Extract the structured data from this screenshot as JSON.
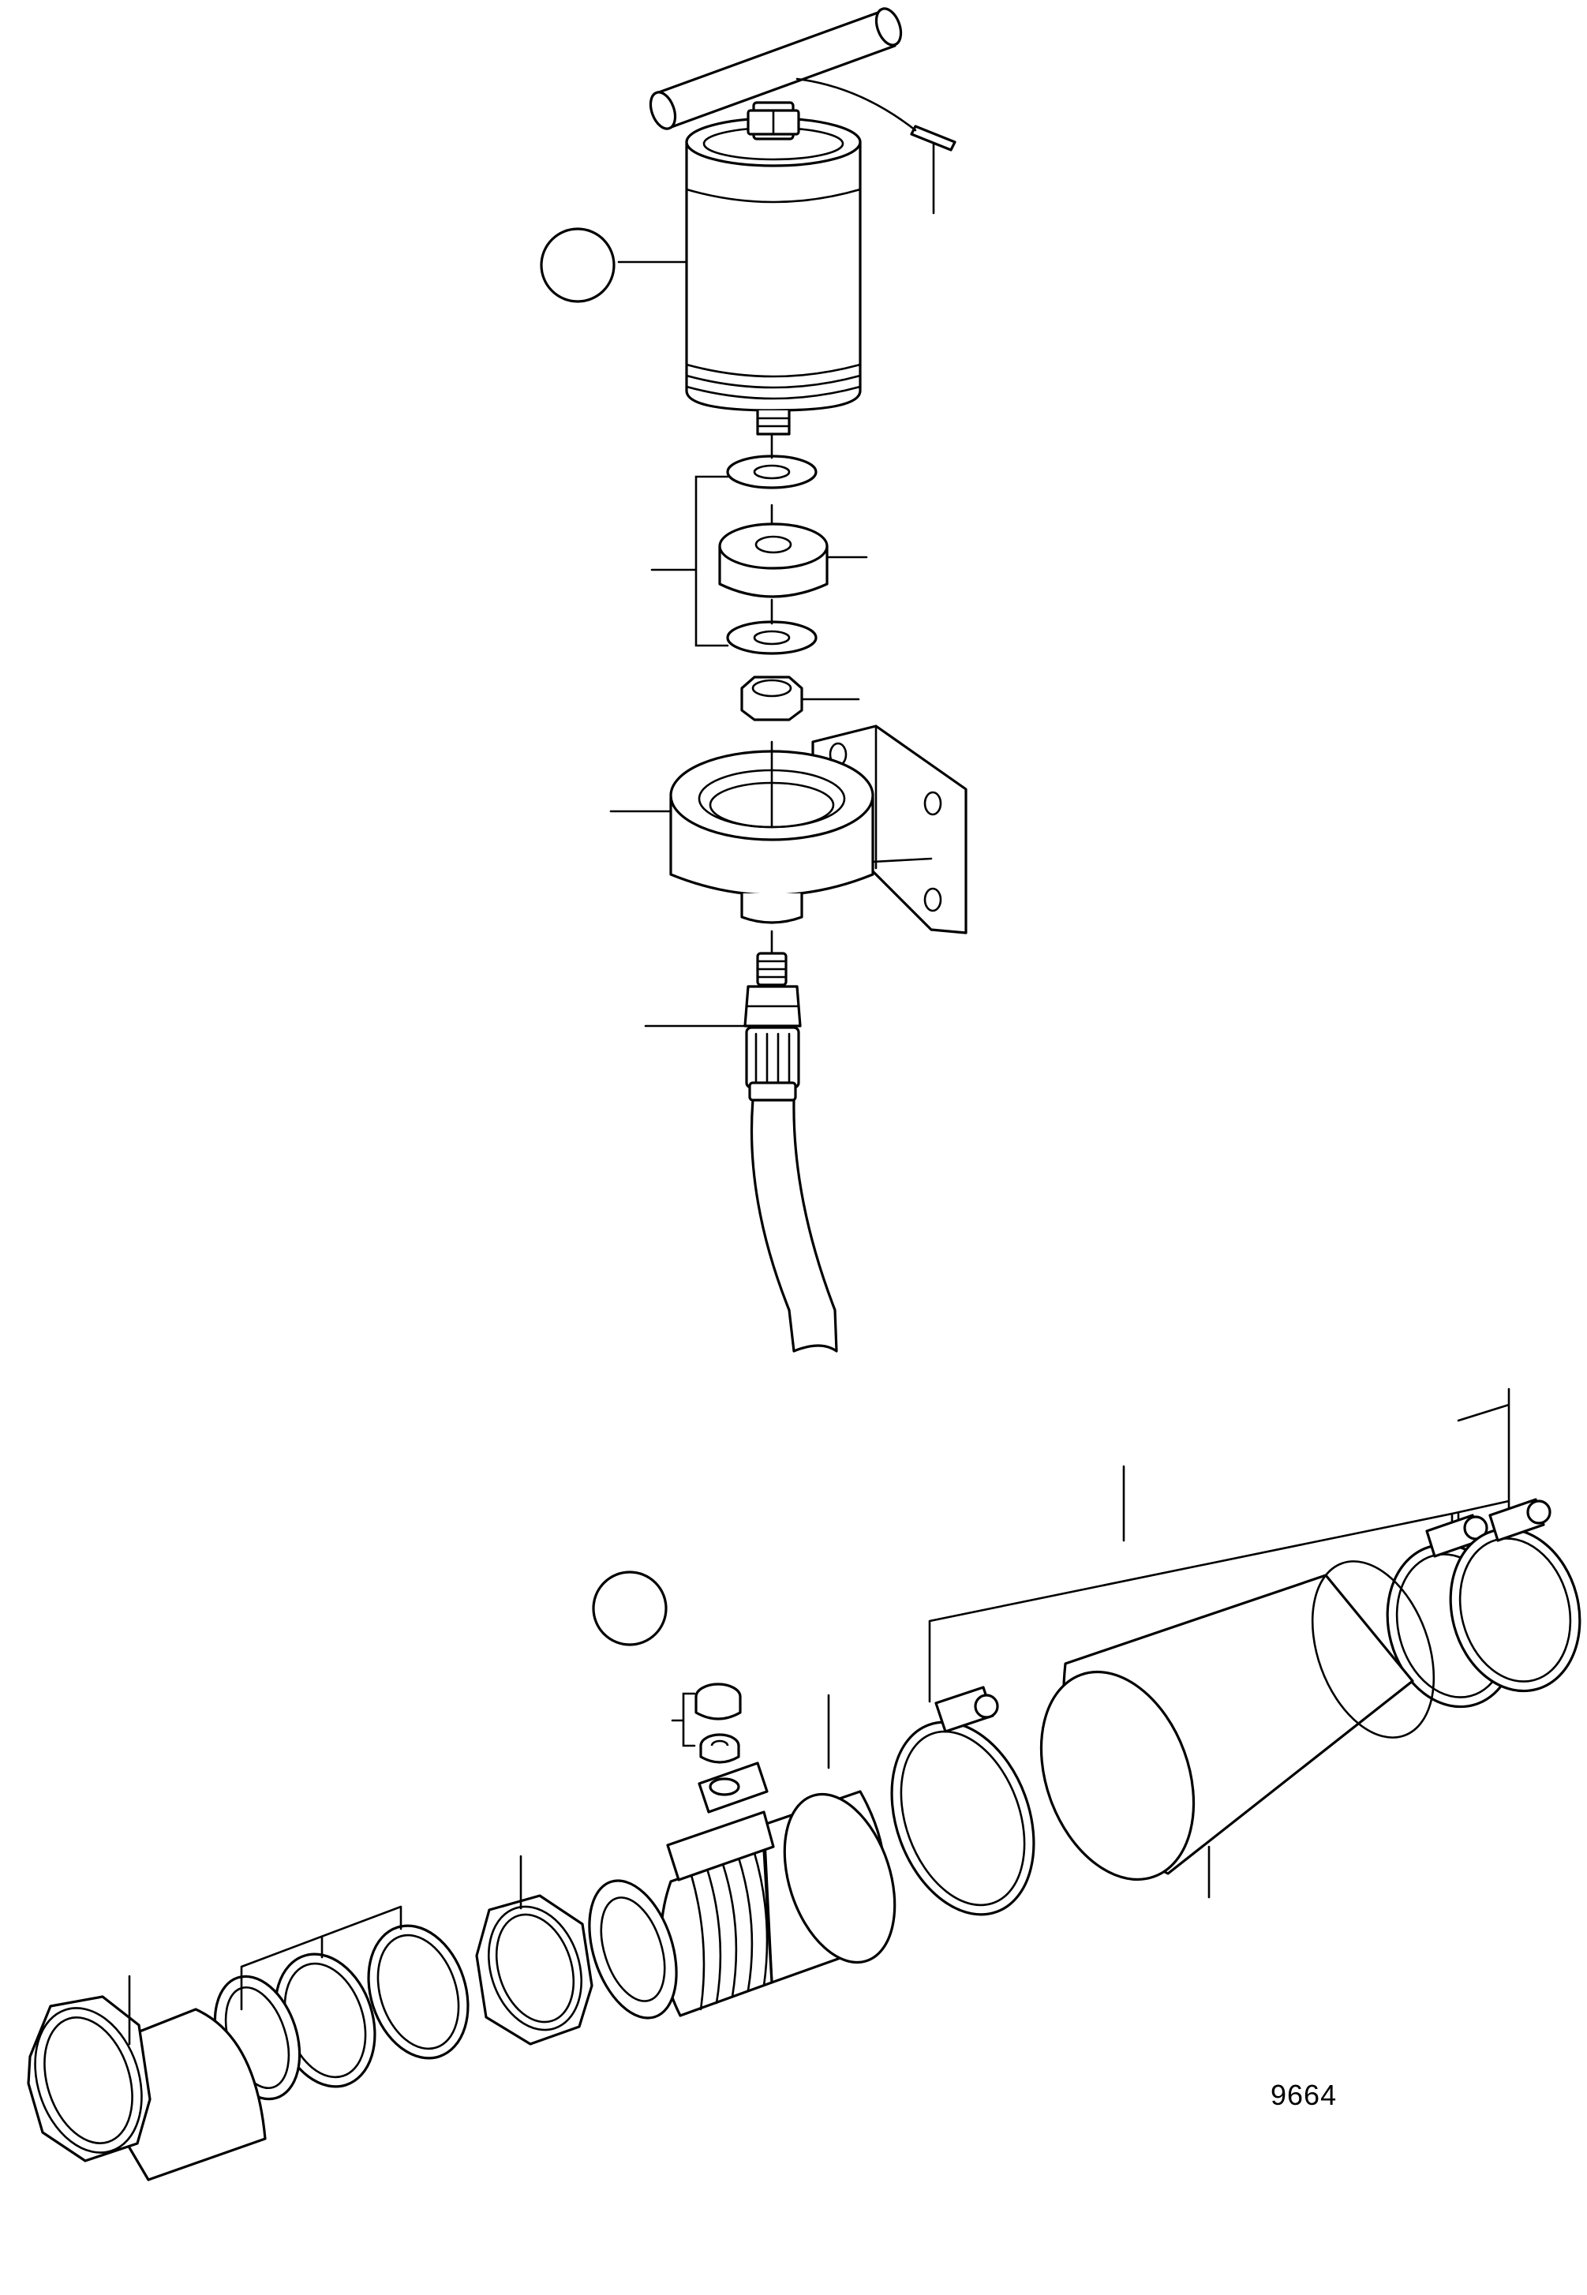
{
  "diagram": {
    "reference_number": "9664",
    "callouts": [
      {
        "id": "callout-a",
        "label": ""
      },
      {
        "id": "callout-b",
        "label": ""
      }
    ],
    "colors": {
      "line": "#000000",
      "background": "#ffffff"
    }
  }
}
